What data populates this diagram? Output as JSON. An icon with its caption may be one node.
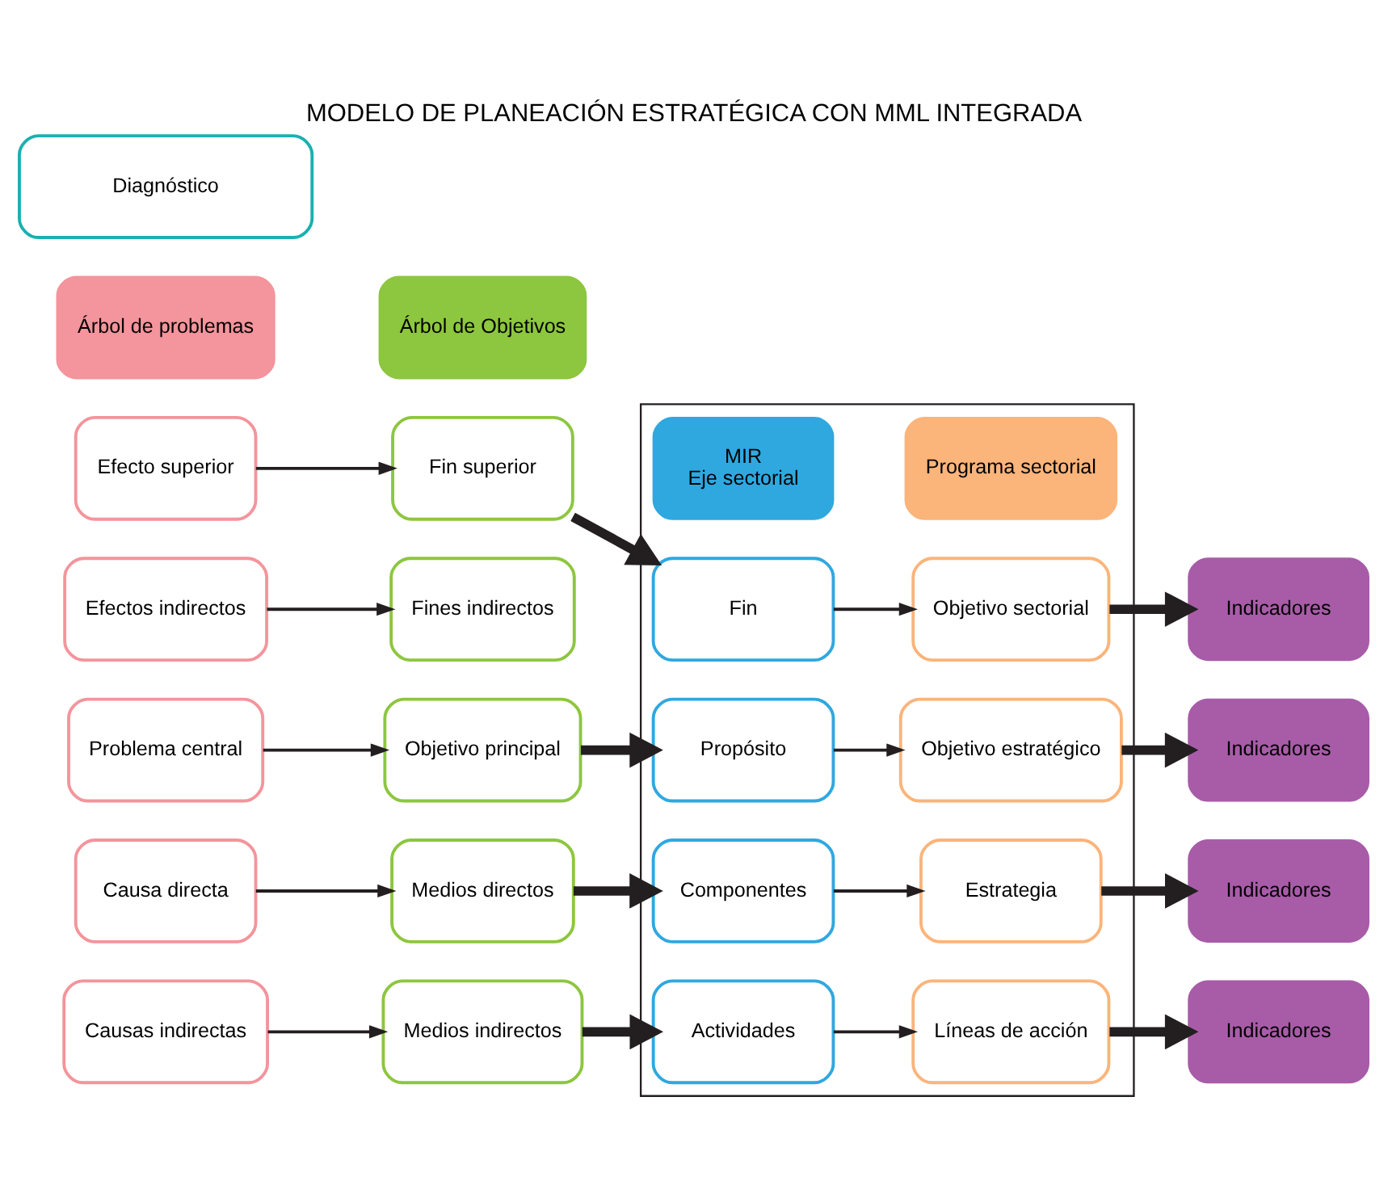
{
  "diagram": {
    "title": "MODELO DE PLANEACIÓN ESTRATÉGICA CON MML INTEGRADA",
    "nodes": [
      {
        "text": [
          "Diagnóstico"
        ]
      },
      {
        "text": [
          "Árbol de problemas"
        ]
      },
      {
        "text": [
          "Árbol de Objetivos"
        ]
      },
      {
        "text": [],
        "shape": "box"
      },
      {
        "text": [
          "MIR",
          "Eje sectorial"
        ],
        "in": 3
      },
      {
        "text": [
          "Programa sectorial"
        ],
        "in": 3
      },
      {
        "text": [
          "Efecto superior"
        ]
      },
      {
        "text": [
          "Fin superior"
        ]
      },
      {
        "text": [
          "Fin"
        ],
        "in": 3
      },
      {
        "text": [
          "Objetivo sectorial"
        ],
        "in": 3
      },
      {
        "text": [
          "Indicadores"
        ]
      },
      {
        "text": [
          "Efectos indirectos"
        ]
      },
      {
        "text": [
          "Fines indirectos"
        ]
      },
      {
        "text": [
          "Problema central"
        ]
      },
      {
        "text": [
          "Objetivo principal"
        ]
      },
      {
        "text": [
          "Propósito"
        ],
        "in": 3
      },
      {
        "text": [
          "Objetivo estratégico"
        ],
        "in": 3
      },
      {
        "text": [
          "Indicadores"
        ]
      },
      {
        "text": [
          "Causa directa"
        ]
      },
      {
        "text": [
          "Medios directos"
        ]
      },
      {
        "text": [
          "Componentes"
        ],
        "in": 3
      },
      {
        "text": [
          "Estrategia"
        ],
        "in": 3
      },
      {
        "text": [
          "Indicadores"
        ]
      },
      {
        "text": [
          "Causas indirectas"
        ]
      },
      {
        "text": [
          "Medios indirectos"
        ]
      },
      {
        "text": [
          "Actividades"
        ],
        "in": 3
      },
      {
        "text": [
          "Líneas de acción"
        ],
        "in": 3
      },
      {
        "text": [
          "Indicadores"
        ]
      }
    ],
    "edges": [
      {
        "from": 6,
        "to": 7,
        "arrow": "to"
      },
      {
        "from": 7,
        "to": 8,
        "arrow": "to",
        "style": "thick"
      },
      {
        "from": 8,
        "to": 9,
        "arrow": "to"
      },
      {
        "from": 9,
        "to": 10,
        "arrow": "to",
        "style": "thick"
      },
      {
        "from": 11,
        "to": 12,
        "arrow": "to"
      },
      {
        "from": 13,
        "to": 14,
        "arrow": "to"
      },
      {
        "from": 14,
        "to": 15,
        "arrow": "to",
        "style": "thick"
      },
      {
        "from": 15,
        "to": 16,
        "arrow": "to"
      },
      {
        "from": 16,
        "to": 17,
        "arrow": "to",
        "style": "thick"
      },
      {
        "from": 18,
        "to": 19,
        "arrow": "to"
      },
      {
        "from": 19,
        "to": 20,
        "arrow": "to",
        "style": "thick"
      },
      {
        "from": 20,
        "to": 21,
        "arrow": "to"
      },
      {
        "from": 21,
        "to": 22,
        "arrow": "to",
        "style": "thick"
      },
      {
        "from": 23,
        "to": 24,
        "arrow": "to"
      },
      {
        "from": 24,
        "to": 25,
        "arrow": "to",
        "style": "thick"
      },
      {
        "from": 25,
        "to": 26,
        "arrow": "to"
      },
      {
        "from": 26,
        "to": 27,
        "arrow": "to",
        "style": "thick"
      }
    ]
  }
}
